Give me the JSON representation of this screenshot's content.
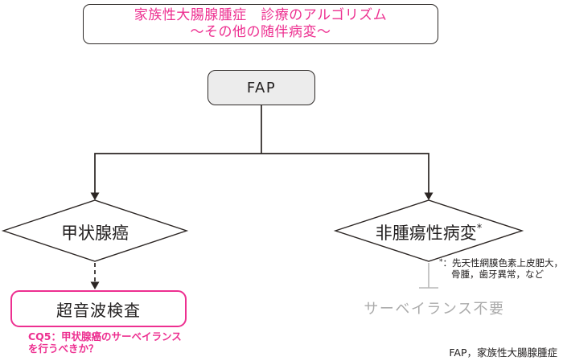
{
  "colors": {
    "pink": "#ed2f90",
    "line": "#2b2523",
    "gray": "#ababab",
    "node_fill": "#ececec"
  },
  "title": {
    "line1": "家族性大腸腺腫症　診療のアルゴリズム",
    "line2": "～その他の随伴病変～"
  },
  "flowchart": {
    "root_label": "FAP",
    "left": {
      "condition": "甲状腺癌",
      "action": "超音波検査",
      "note_line1": "CQ5：甲状腺癌のサーベイランス",
      "note_line2": "を行うべきか？"
    },
    "right": {
      "condition": "非腫瘍性病変",
      "marker": "*",
      "footnote_line1": "：先天性網膜色素上皮肥大，",
      "footnote_line2": "骨腫，歯牙異常，など",
      "outcome": "サーベイランス不要"
    }
  },
  "footer": {
    "abbreviation": "FAP，家族性大腸腺腫症"
  }
}
